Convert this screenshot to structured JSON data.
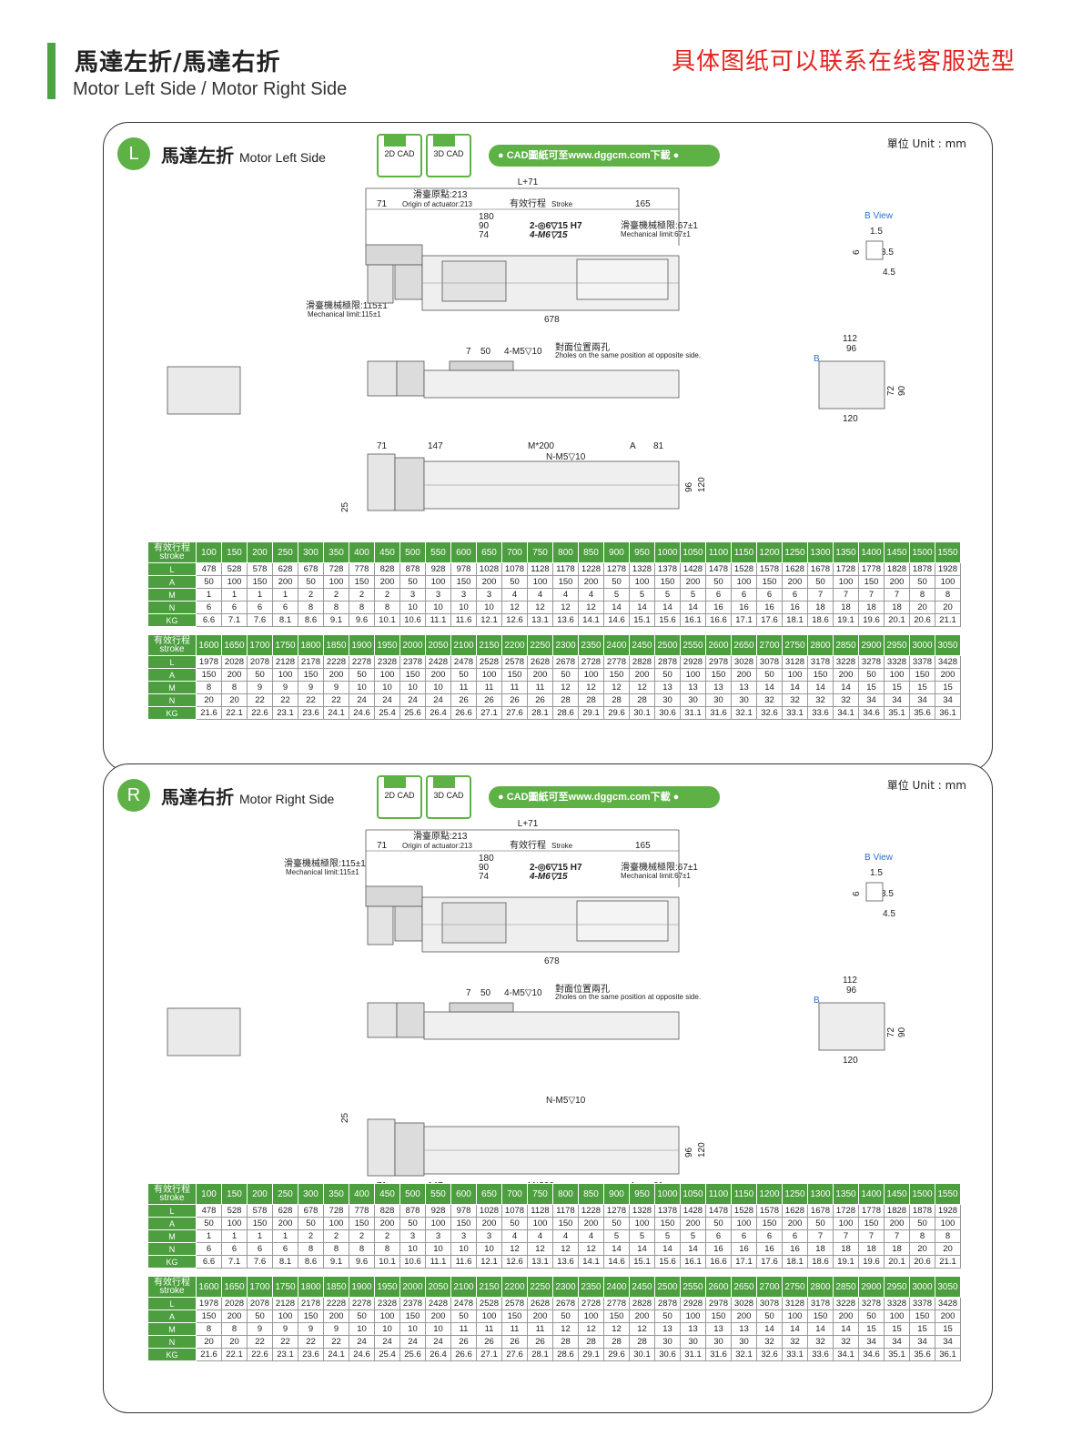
{
  "header": {
    "title": "馬達左折/馬達右折",
    "subtitle": "Motor Left Side / Motor Right Side",
    "right_note": "具体图纸可以联系在线客服选型"
  },
  "common": {
    "unit": "單位 Unit : mm",
    "cad_2d": "2D CAD",
    "cad_3d": "3D CAD",
    "cad_link": "● CAD圖紙可至www.dggcm.com下載 ●",
    "dim_total": "L+71",
    "dim_71": "71",
    "origin_cn": "滑臺原點:213",
    "origin_en": "Origin of actuator:213",
    "stroke_cn": "有效行程",
    "stroke_en": "Stroke",
    "dim_165": "165",
    "dim_180": "180",
    "dim_90": "90",
    "dim_74": "74",
    "hole_spec1": "2-◎6▽15 H7",
    "hole_spec2": "4-M6▽15",
    "mech_limit_r_cn": "滑臺機械極限:67±1",
    "mech_limit_r_en": "Mechanical limit:67±1",
    "mech_limit_l_cn": "滑臺機械極限:115±1",
    "mech_limit_l_en": "Mechanical limit:115±1",
    "dim_678": "678",
    "b_view": "B  View",
    "bv_15": "1.5",
    "bv_6": "6",
    "bv_35": "3.5",
    "bv_45": "4.5",
    "side_7": "7",
    "side_50": "50",
    "side_m5": "4-M5▽10",
    "opp_cn": "對面位置兩孔",
    "opp_en": "2holes on the same position at opposite side.",
    "end_112": "112",
    "end_96": "96",
    "end_120": "120",
    "end_72": "72",
    "end_90": "90",
    "end_b": "B",
    "bot_71": "71",
    "bot_147": "147",
    "bot_m200": "M*200",
    "bot_a": "A",
    "bot_81": "81",
    "bot_nm5": "N-M5▽10",
    "bot_96": "96",
    "bot_120": "120",
    "bot_25": "25"
  },
  "panels": [
    {
      "badge": "L",
      "title_cn": "馬達左折",
      "title_en": "Motor Left Side"
    },
    {
      "badge": "R",
      "title_cn": "馬達右折",
      "title_en": "Motor Right Side"
    }
  ],
  "spec_table": {
    "head_cn": "有效行程",
    "head_en": "stroke",
    "row_labels": [
      "L",
      "A",
      "M",
      "N",
      "KG"
    ],
    "block1": {
      "stroke": [
        "100",
        "150",
        "200",
        "250",
        "300",
        "350",
        "400",
        "450",
        "500",
        "550",
        "600",
        "650",
        "700",
        "750",
        "800",
        "850",
        "900",
        "950",
        "1000",
        "1050",
        "1100",
        "1150",
        "1200",
        "1250",
        "1300",
        "1350",
        "1400",
        "1450",
        "1500",
        "1550"
      ],
      "L": [
        "478",
        "528",
        "578",
        "628",
        "678",
        "728",
        "778",
        "828",
        "878",
        "928",
        "978",
        "1028",
        "1078",
        "1128",
        "1178",
        "1228",
        "1278",
        "1328",
        "1378",
        "1428",
        "1478",
        "1528",
        "1578",
        "1628",
        "1678",
        "1728",
        "1778",
        "1828",
        "1878",
        "1928"
      ],
      "A": [
        "50",
        "100",
        "150",
        "200",
        "50",
        "100",
        "150",
        "200",
        "50",
        "100",
        "150",
        "200",
        "50",
        "100",
        "150",
        "200",
        "50",
        "100",
        "150",
        "200",
        "50",
        "100",
        "150",
        "200",
        "50",
        "100",
        "150",
        "200",
        "50",
        "100"
      ],
      "M": [
        "1",
        "1",
        "1",
        "1",
        "2",
        "2",
        "2",
        "2",
        "3",
        "3",
        "3",
        "3",
        "4",
        "4",
        "4",
        "4",
        "5",
        "5",
        "5",
        "5",
        "6",
        "6",
        "6",
        "6",
        "7",
        "7",
        "7",
        "7",
        "8",
        "8"
      ],
      "N": [
        "6",
        "6",
        "6",
        "6",
        "8",
        "8",
        "8",
        "8",
        "10",
        "10",
        "10",
        "10",
        "12",
        "12",
        "12",
        "12",
        "14",
        "14",
        "14",
        "14",
        "16",
        "16",
        "16",
        "16",
        "18",
        "18",
        "18",
        "18",
        "20",
        "20"
      ],
      "KG": [
        "6.6",
        "7.1",
        "7.6",
        "8.1",
        "8.6",
        "9.1",
        "9.6",
        "10.1",
        "10.6",
        "11.1",
        "11.6",
        "12.1",
        "12.6",
        "13.1",
        "13.6",
        "14.1",
        "14.6",
        "15.1",
        "15.6",
        "16.1",
        "16.6",
        "17.1",
        "17.6",
        "18.1",
        "18.6",
        "19.1",
        "19.6",
        "20.1",
        "20.6",
        "21.1"
      ]
    },
    "block2": {
      "stroke": [
        "1600",
        "1650",
        "1700",
        "1750",
        "1800",
        "1850",
        "1900",
        "1950",
        "2000",
        "2050",
        "2100",
        "2150",
        "2200",
        "2250",
        "2300",
        "2350",
        "2400",
        "2450",
        "2500",
        "2550",
        "2600",
        "2650",
        "2700",
        "2750",
        "2800",
        "2850",
        "2900",
        "2950",
        "3000",
        "3050"
      ],
      "L": [
        "1978",
        "2028",
        "2078",
        "2128",
        "2178",
        "2228",
        "2278",
        "2328",
        "2378",
        "2428",
        "2478",
        "2528",
        "2578",
        "2628",
        "2678",
        "2728",
        "2778",
        "2828",
        "2878",
        "2928",
        "2978",
        "3028",
        "3078",
        "3128",
        "3178",
        "3228",
        "3278",
        "3328",
        "3378",
        "3428"
      ],
      "A": [
        "150",
        "200",
        "50",
        "100",
        "150",
        "200",
        "50",
        "100",
        "150",
        "200",
        "50",
        "100",
        "150",
        "200",
        "50",
        "100",
        "150",
        "200",
        "50",
        "100",
        "150",
        "200",
        "50",
        "100",
        "150",
        "200",
        "50",
        "100",
        "150",
        "200"
      ],
      "M": [
        "8",
        "8",
        "9",
        "9",
        "9",
        "9",
        "10",
        "10",
        "10",
        "10",
        "11",
        "11",
        "11",
        "11",
        "12",
        "12",
        "12",
        "12",
        "13",
        "13",
        "13",
        "13",
        "14",
        "14",
        "14",
        "14",
        "15",
        "15",
        "15",
        "15"
      ],
      "N": [
        "20",
        "20",
        "22",
        "22",
        "22",
        "22",
        "24",
        "24",
        "24",
        "24",
        "26",
        "26",
        "26",
        "26",
        "28",
        "28",
        "28",
        "28",
        "30",
        "30",
        "30",
        "30",
        "32",
        "32",
        "32",
        "32",
        "34",
        "34",
        "34",
        "34"
      ],
      "KG": [
        "21.6",
        "22.1",
        "22.6",
        "23.1",
        "23.6",
        "24.1",
        "24.6",
        "25.4",
        "25.6",
        "26.4",
        "26.6",
        "27.1",
        "27.6",
        "28.1",
        "28.6",
        "29.1",
        "29.6",
        "30.1",
        "30.6",
        "31.1",
        "31.6",
        "32.1",
        "32.6",
        "33.1",
        "33.6",
        "34.1",
        "34.6",
        "35.1",
        "35.6",
        "36.1"
      ]
    }
  },
  "colors": {
    "brand_green": "#4c9e3f",
    "accent_red": "#e32420"
  }
}
